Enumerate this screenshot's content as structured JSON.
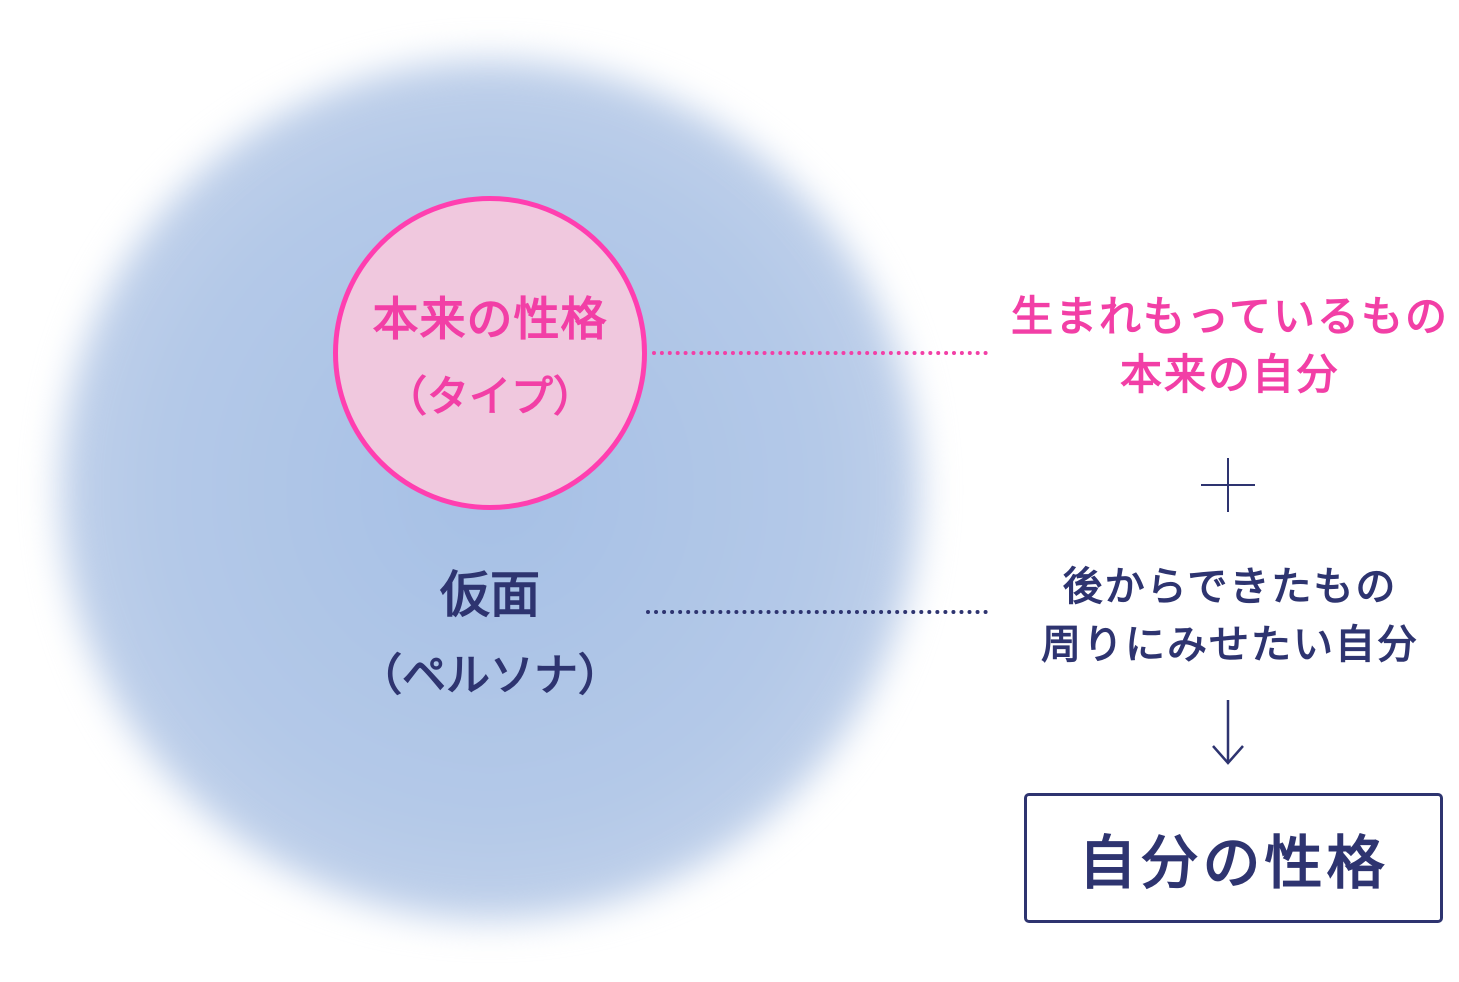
{
  "core": {
    "line1": "本来の性格",
    "line2": "（タイプ）"
  },
  "persona": {
    "line1": "仮面",
    "line2": "（ペルソナ）"
  },
  "innate": {
    "line1": "生まれもっているもの",
    "line2": "本来の自分"
  },
  "acquired": {
    "line1": "後からできたもの",
    "line2": "周りにみせたい自分"
  },
  "result": "自分の性格",
  "colors": {
    "pink": "#f23fa6",
    "navy": "#2e3470",
    "core_fill": "#f0c8de"
  }
}
